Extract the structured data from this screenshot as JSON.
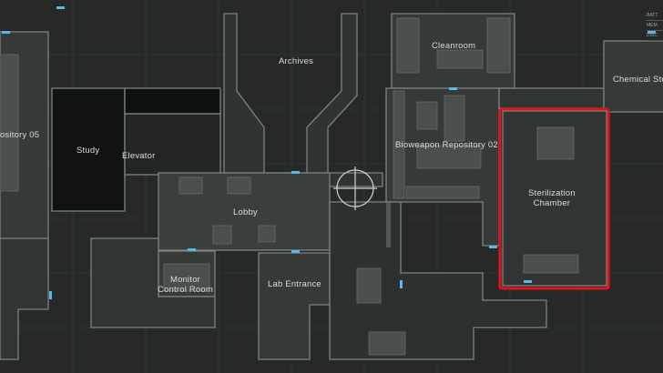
{
  "map": {
    "rooms": [
      {
        "id": "archives",
        "label": "Archives"
      },
      {
        "id": "cleanroom",
        "label": "Cleanroom"
      },
      {
        "id": "chemical-storage",
        "label": "Chemical Sto"
      },
      {
        "id": "repository-05",
        "label": "ository 05"
      },
      {
        "id": "study",
        "label": "Study"
      },
      {
        "id": "elevator",
        "label": "Elevator"
      },
      {
        "id": "bioweapon-repository-02",
        "label": "Bioweapon Repository 02"
      },
      {
        "id": "sterilization-chamber",
        "label": "Sterilization\nChamber"
      },
      {
        "id": "lobby",
        "label": "Lobby"
      },
      {
        "id": "monitor-control-room",
        "label": "Monitor\nControl Room"
      },
      {
        "id": "lab-entrance",
        "label": "Lab Entrance"
      }
    ],
    "highlight_color": "#e0121b",
    "door_color": "#5cb8e6",
    "wall_color": "#7c8381"
  },
  "hud": {
    "items": [
      "BATT",
      "MEM",
      "DISC"
    ]
  }
}
